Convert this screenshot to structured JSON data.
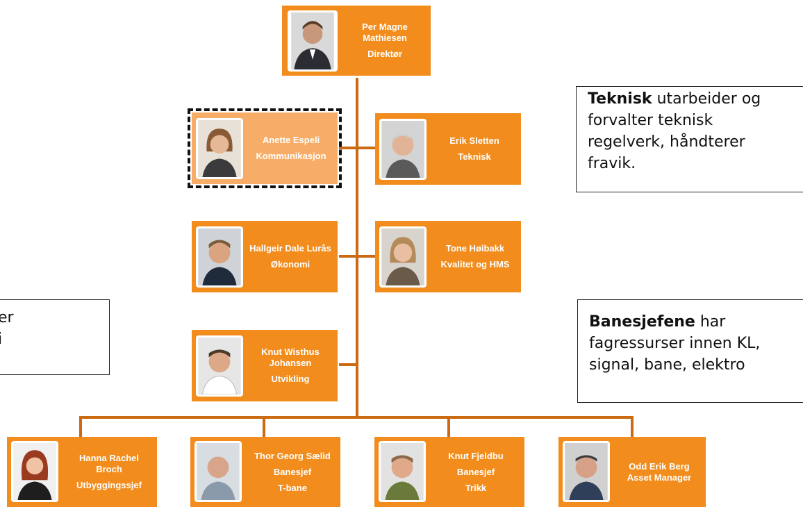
{
  "director": {
    "name": "Per Magne Mathiesen",
    "title": "Direktør",
    "photo": "person-photo-director"
  },
  "staff_left": [
    {
      "name": "Anette Espeli",
      "title": "Kommunikasjon",
      "photo": "person-photo-woman"
    },
    {
      "name": "Hallgeir Dale Lurås",
      "title": "Økonomi",
      "photo": "person-photo-man"
    },
    {
      "name": "Knut Wisthus Johansen",
      "title": "Utvikling",
      "photo": "person-photo-man"
    }
  ],
  "staff_right": [
    {
      "name": "Erik Sletten",
      "title": "Teknisk",
      "photo": "person-photo-man"
    },
    {
      "name": "Tone Høibakk",
      "title": "Kvalitet og HMS",
      "photo": "person-photo-woman"
    }
  ],
  "bottom_row": [
    {
      "name": "Hanna Rachel Broch",
      "title": "Utbyggingssjef",
      "photo": "person-photo-woman"
    },
    {
      "name": "Thor Georg Sælid",
      "title": "Banesjef",
      "subtitle": "T-bane",
      "photo": "person-photo-man"
    },
    {
      "name": "Knut Fjeldbu",
      "title": "Banesjef",
      "subtitle": "Trikk",
      "photo": "person-photo-man"
    },
    {
      "name": "Odd Erik Berg",
      "title": "Asset Manager",
      "photo": "person-photo-man"
    }
  ],
  "notes": {
    "teknisk": {
      "bold": "Teknisk",
      "text": " utarbeider og forvalter teknisk regelverk, håndterer fravik."
    },
    "banesjefene": {
      "bold": "Banesjefene",
      "text": " har fagressurser innen KL, signal, bane, elektro"
    },
    "left_fragment": {
      "line1": "er",
      "line2": "i"
    }
  },
  "colors": {
    "card": "#f28c1c",
    "card_highlight": "#f7ad67",
    "connector": "#cc6a12"
  }
}
